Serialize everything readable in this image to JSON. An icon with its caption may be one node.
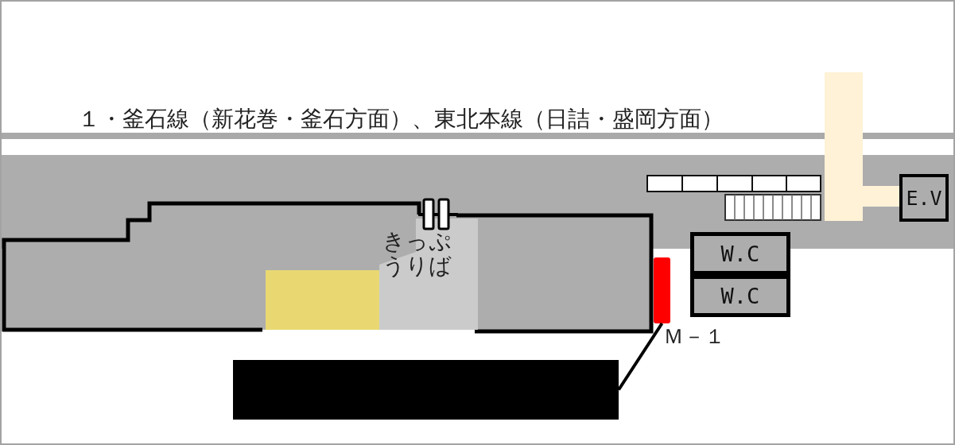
{
  "diagram": {
    "nodes": [
      {
        "text": [
          "E.V"
        ]
      },
      {
        "text": [
          "きっぷうりば"
        ]
      },
      {
        "text": [
          "W.C"
        ]
      },
      {
        "text": [],
        "shape": "bar"
      },
      {
        "text": [],
        "shape": "box"
      },
      {
        "text": [
          "W.C"
        ]
      },
      {
        "text": [],
        "shape": "box"
      }
    ],
    "edges": [
      {
        "from": 6,
        "to": 3,
        "arrow": "none"
      }
    ],
    "labels": [
      "１・釜石線（新花巻・釜石方面）、東北本線（日詰・盛岡方面）",
      "Ｍ－１"
    ]
  }
}
